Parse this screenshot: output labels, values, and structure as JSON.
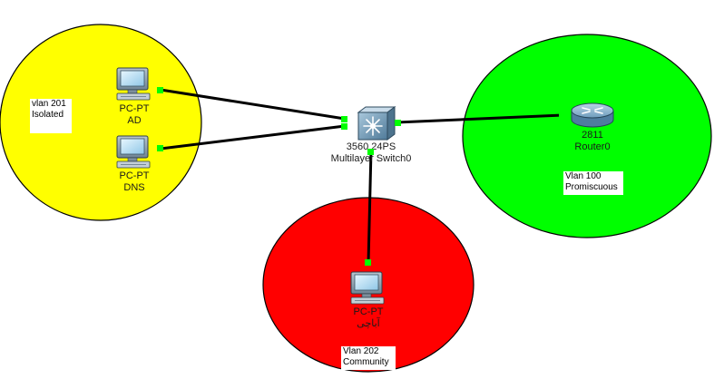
{
  "colors": {
    "zone_isolated": "#ffff00",
    "zone_promiscuous": "#00ff00",
    "zone_community": "#ff0000",
    "link": "#000000",
    "port_up": "#00ff00"
  },
  "zones": {
    "isolated": {
      "line1": "vlan 201",
      "line2": "Isolated"
    },
    "promiscuous": {
      "line1": "Vlan 100",
      "line2": "Promiscuous"
    },
    "community": {
      "line1": "Vlan 202",
      "line2": "Community"
    }
  },
  "devices": {
    "pc_ad": {
      "type": "PC-PT",
      "name": "AD",
      "icon": "pc-icon"
    },
    "pc_dns": {
      "type": "PC-PT",
      "name": "DNS",
      "icon": "pc-icon"
    },
    "switch0": {
      "type": "3560 24PS",
      "name": "Multilayer Switch0",
      "icon": "multilayer-switch-icon"
    },
    "router0": {
      "type": "2811",
      "name": "Router0",
      "icon": "router-icon"
    },
    "pc_bottom": {
      "type": "PC-PT",
      "name": "آباچی",
      "icon": "pc-icon"
    }
  }
}
